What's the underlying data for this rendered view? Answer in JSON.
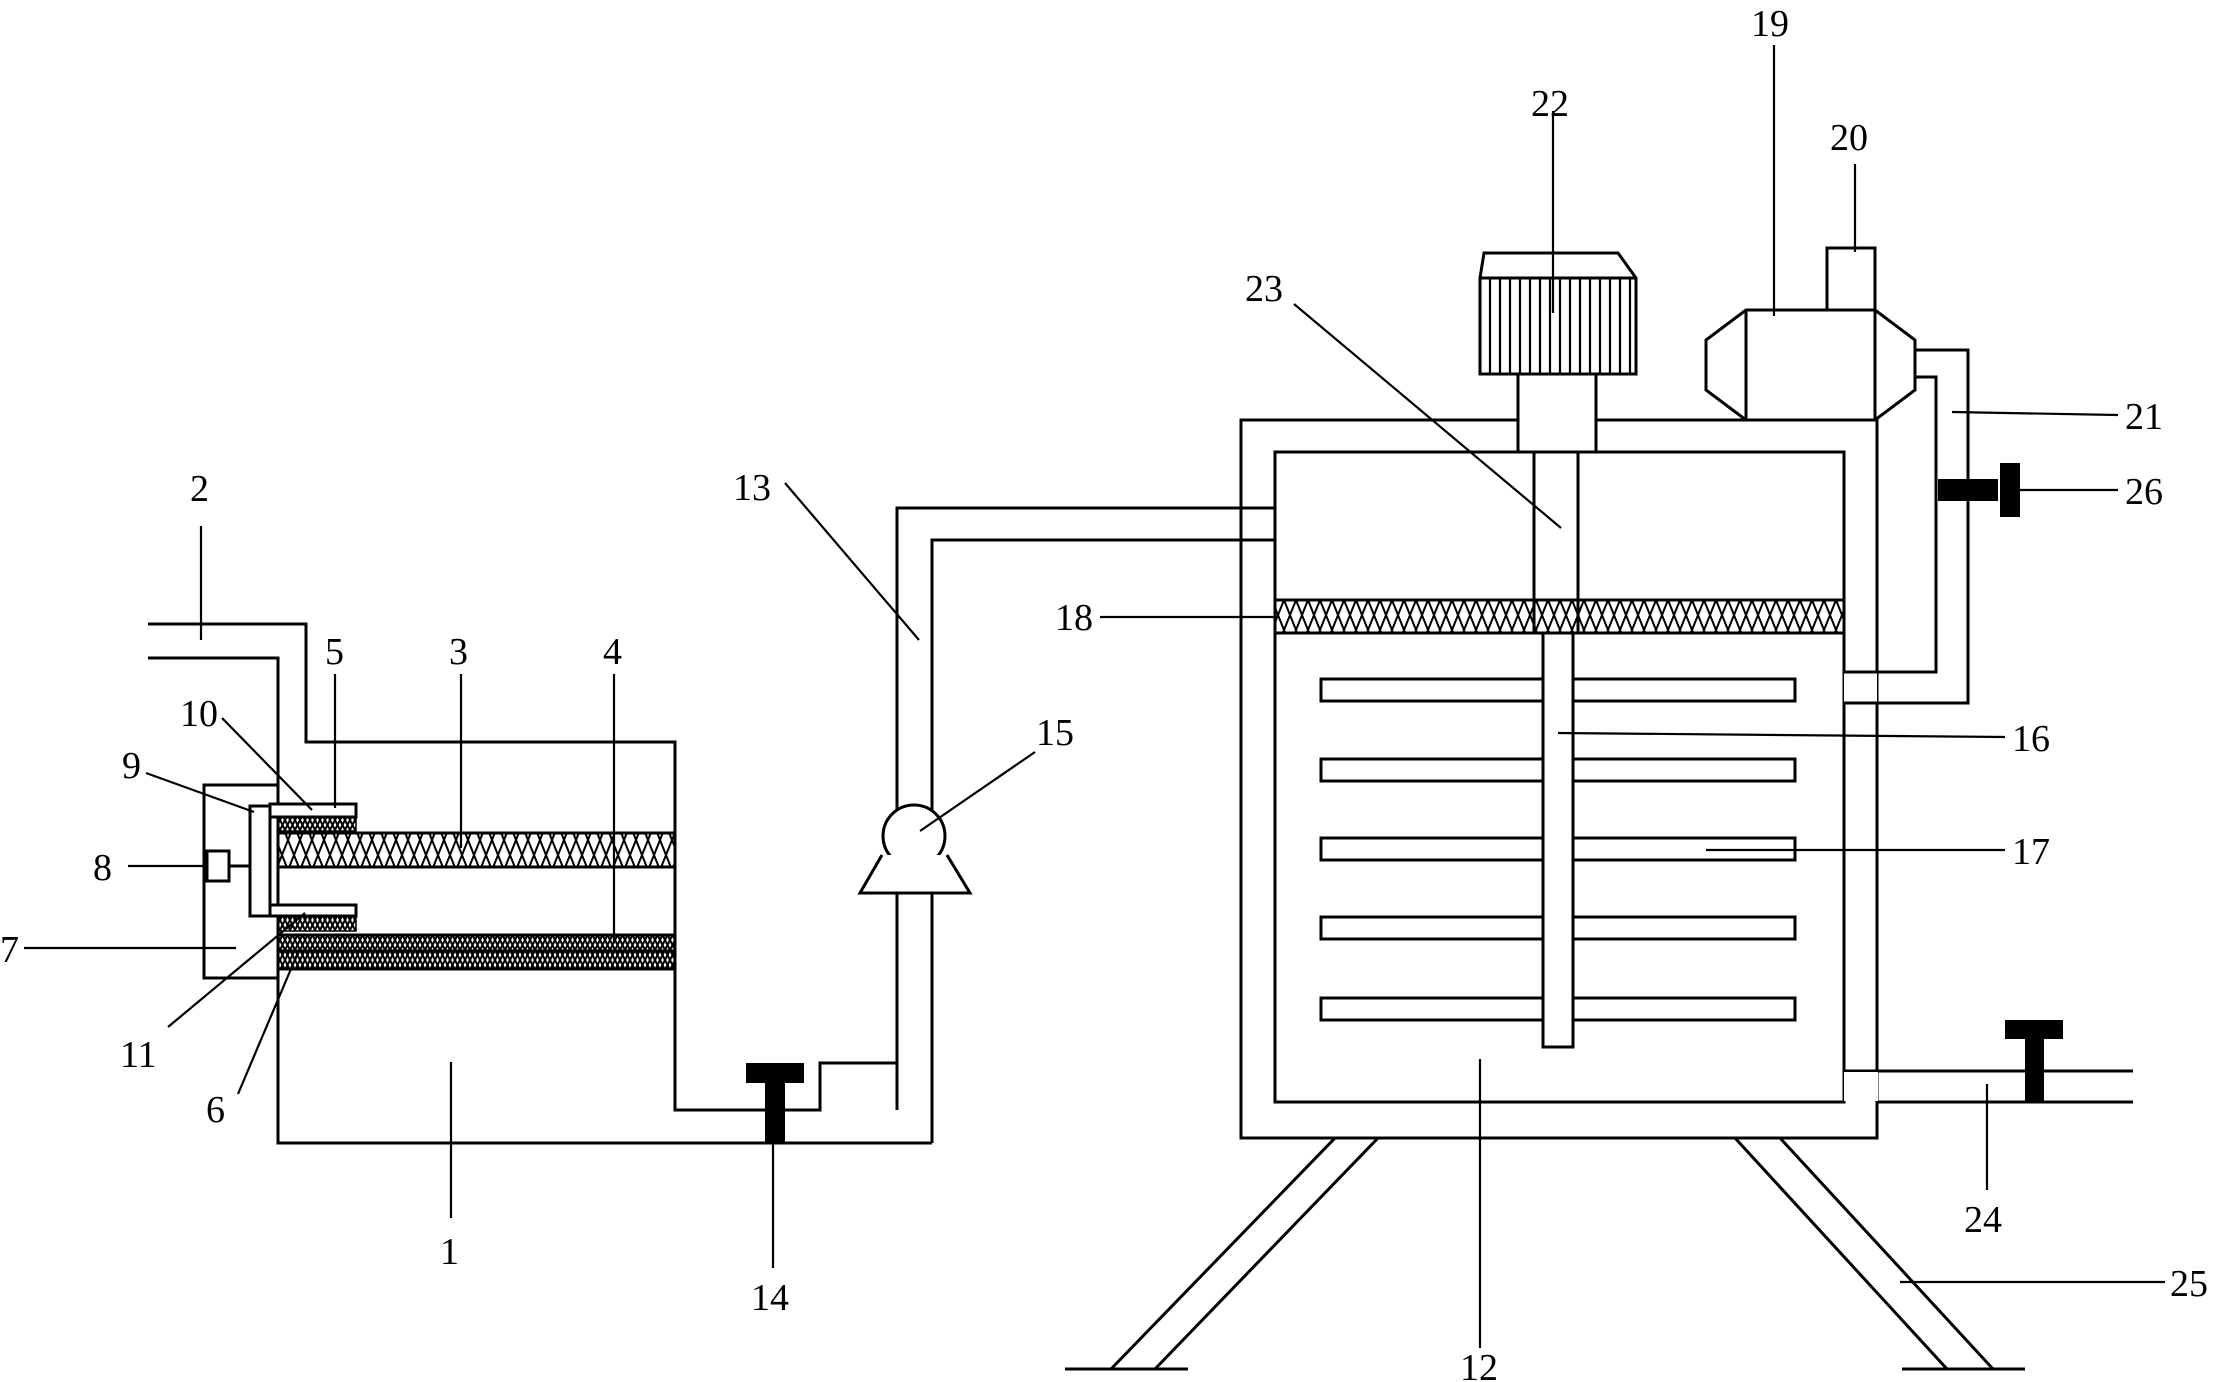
{
  "labels": {
    "l1": "1",
    "l2": "2",
    "l3": "3",
    "l4": "4",
    "l5": "5",
    "l6": "6",
    "l7": "7",
    "l8": "8",
    "l9": "9",
    "l10": "10",
    "l11": "11",
    "l12": "12",
    "l13": "13",
    "l14": "14",
    "l15": "15",
    "l16": "16",
    "l17": "17",
    "l18": "18",
    "l19": "19",
    "l20": "20",
    "l21": "21",
    "l22": "22",
    "l23": "23",
    "l24": "24",
    "l25": "25",
    "l26": "26"
  },
  "colors": {
    "line": "#000000",
    "background": "#ffffff"
  }
}
